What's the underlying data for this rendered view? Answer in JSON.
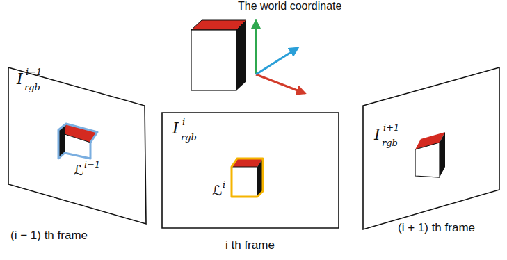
{
  "diagram": {
    "nodes": [
      {
        "text": [
          "I",
          "i−1",
          "rgb",
          "ℒ",
          "i−1",
          "(i − 1) th frame"
        ]
      },
      {
        "text": [
          "I",
          "i",
          "rgb",
          "ℒ",
          "i",
          "i th frame"
        ]
      },
      {
        "text": [
          "I",
          "i+1",
          "rgb",
          "(i + 1) th frame"
        ]
      }
    ],
    "labels": [
      "The world coordinate"
    ]
  }
}
